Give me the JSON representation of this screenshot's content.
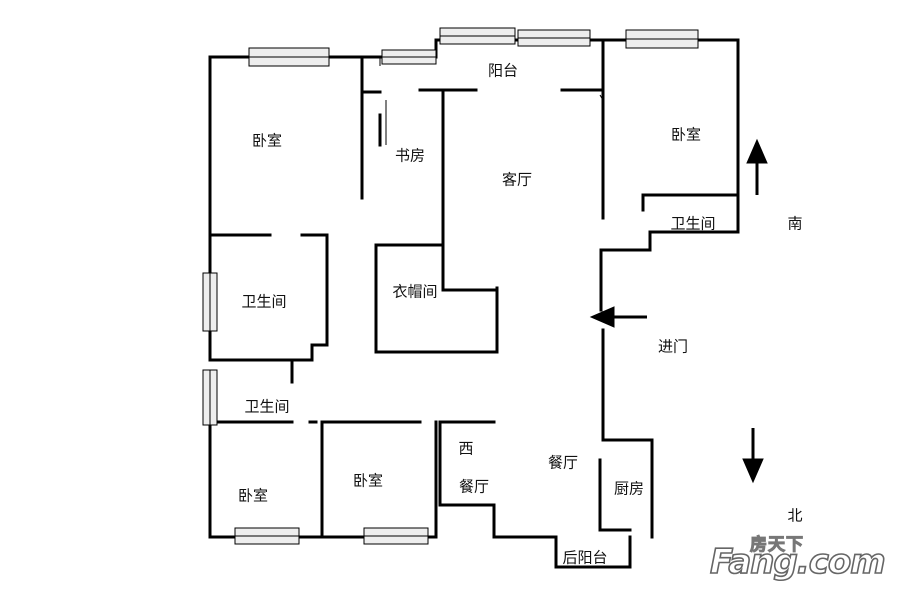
{
  "rooms": {
    "bedroom_nw": "卧室",
    "study": "书房",
    "balcony": "阳台",
    "living_room": "客厅",
    "bedroom_ne": "卧室",
    "bathroom_ne": "卫生间",
    "bathroom_w": "卫生间",
    "cloakroom": "衣帽间",
    "bathroom_sw": "卫生间",
    "bedroom_sw": "卧室",
    "bedroom_s": "卧室",
    "western_dining_1": "西",
    "western_dining_2": "餐厅",
    "dining": "餐厅",
    "kitchen": "厨房",
    "rear_balcony": "后阳台"
  },
  "annotations": {
    "entrance": "进门",
    "south": "南",
    "north": "北"
  },
  "watermark": {
    "cn": "房天下",
    "en": "Fang.com"
  },
  "colors": {
    "wall": "#000000",
    "window_fill": "#eeeeee",
    "watermark_stroke": "#666666"
  }
}
